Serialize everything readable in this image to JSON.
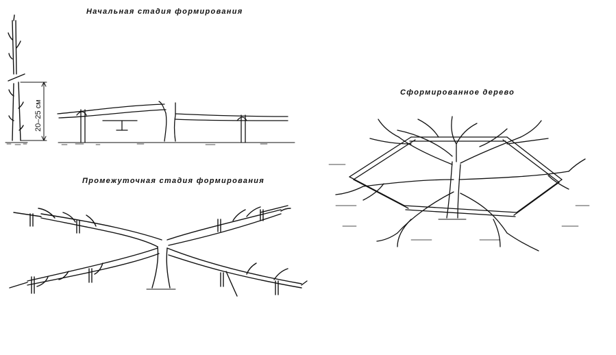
{
  "captions": {
    "initial": "Начальная стадия формирования",
    "intermediate": "Промежуточная стадия формирования",
    "formed": "Сформированное дерево"
  },
  "dimension_label": "20–25 см",
  "colors": {
    "ink": "#111111",
    "paper": "#ffffff"
  }
}
